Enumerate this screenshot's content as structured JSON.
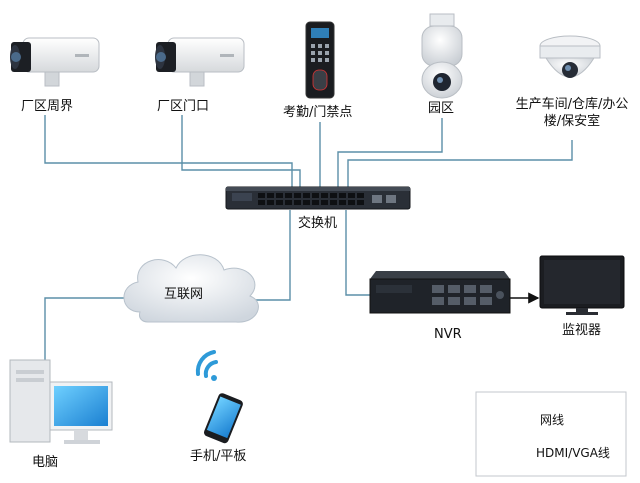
{
  "diagram": {
    "devices": {
      "cam_perimeter": {
        "label": "厂区周界",
        "icon": "bullet-camera-icon"
      },
      "cam_gate": {
        "label": "厂区门口",
        "icon": "bullet-camera-icon"
      },
      "access_terminal": {
        "label": "考勤/门禁点",
        "icon": "access-control-terminal-icon"
      },
      "dome_park": {
        "label": "园区",
        "icon": "ptz-dome-camera-icon"
      },
      "dome_workshop": {
        "label": "生产车间/仓库/办公楼/保安室",
        "icon": "dome-camera-icon"
      },
      "switch": {
        "label": "交换机",
        "icon": "network-switch-icon"
      },
      "internet": {
        "label": "互联网",
        "icon": "cloud-icon"
      },
      "nvr": {
        "label": "NVR",
        "icon": "nvr-recorder-icon"
      },
      "monitor": {
        "label": "监视器",
        "icon": "monitor-icon"
      },
      "pc": {
        "label": "电脑",
        "icon": "desktop-pc-icon"
      },
      "phone": {
        "label": "手机/平板",
        "icon": "smartphone-wifi-icon"
      }
    },
    "legend": {
      "network_line": "网线",
      "hdmi_line": "HDMI/VGA线"
    },
    "colors": {
      "network_line": "#5b8fa8",
      "hdmi_line": "#111111"
    }
  }
}
